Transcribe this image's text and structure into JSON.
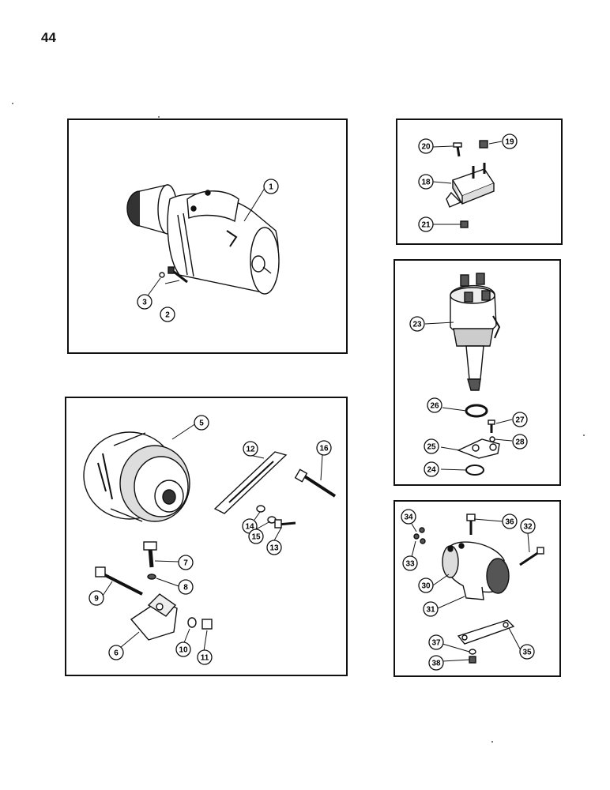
{
  "page": {
    "number": "44"
  },
  "panels": {
    "starter": {
      "callouts": [
        "1",
        "2",
        "3"
      ]
    },
    "regulator": {
      "callouts": [
        "18",
        "19",
        "20",
        "21"
      ]
    },
    "distributor": {
      "callouts": [
        "23",
        "24",
        "25",
        "26",
        "27",
        "28"
      ]
    },
    "alternator": {
      "callouts": [
        "5",
        "6",
        "7",
        "8",
        "9",
        "10",
        "11",
        "12",
        "13",
        "14",
        "15",
        "16"
      ]
    },
    "coil": {
      "callouts": [
        "30",
        "31",
        "32",
        "33",
        "34",
        "35",
        "36",
        "37",
        "38"
      ]
    }
  }
}
